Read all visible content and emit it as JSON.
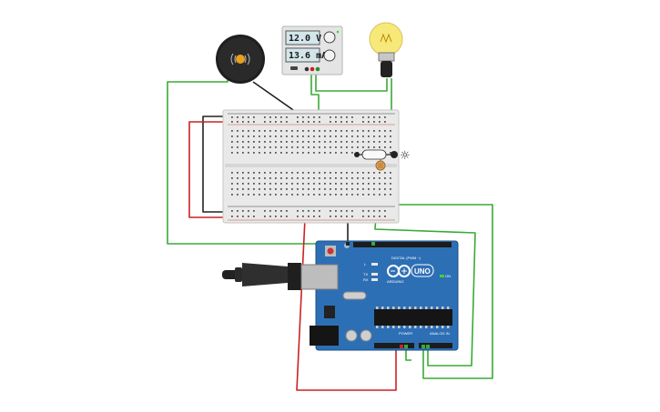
{
  "power_supply": {
    "voltage": "12.0 V",
    "current": "13.6 mA"
  },
  "arduino": {
    "brand": "ARDUINO",
    "model": "UNO",
    "digital_label": "DIGITAL (PWM ~)",
    "power_label": "POWER",
    "analog_label": "ANALOG IN",
    "on_label": "ON",
    "tx_label": "TX",
    "rx_label": "RX",
    "l_label": "L"
  },
  "photoresistor": {
    "light_icon": "sun-icon",
    "light_glyph": "☼"
  },
  "colors": {
    "board": "#2d6fb5",
    "wire_red": "#cc2222",
    "wire_black": "#222222",
    "wire_green": "#3aaa35",
    "bulb": "#f7e87a"
  }
}
